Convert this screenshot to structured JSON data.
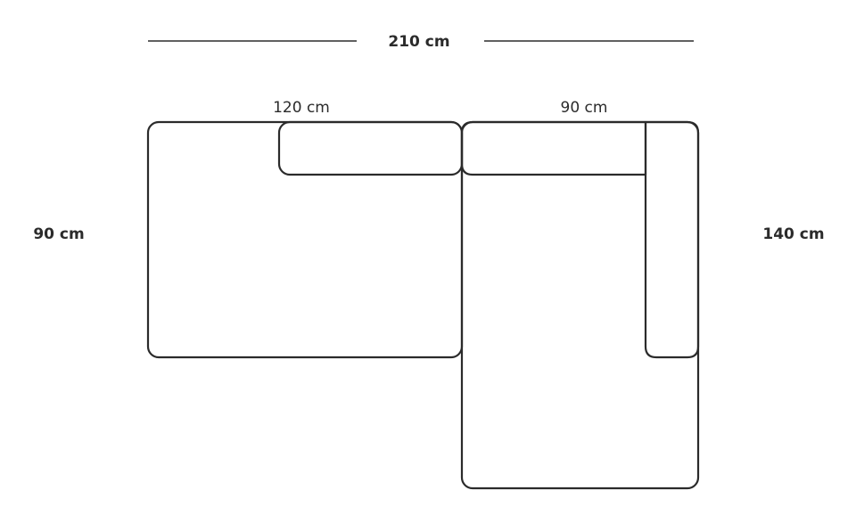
{
  "dimensions": {
    "total_width": "210 cm",
    "left_module_width": "120 cm",
    "right_module_width": "90 cm",
    "left_depth": "90 cm",
    "right_depth": "140 cm"
  },
  "colors": {
    "stroke": "#2b2b2b",
    "background": "#ffffff"
  }
}
